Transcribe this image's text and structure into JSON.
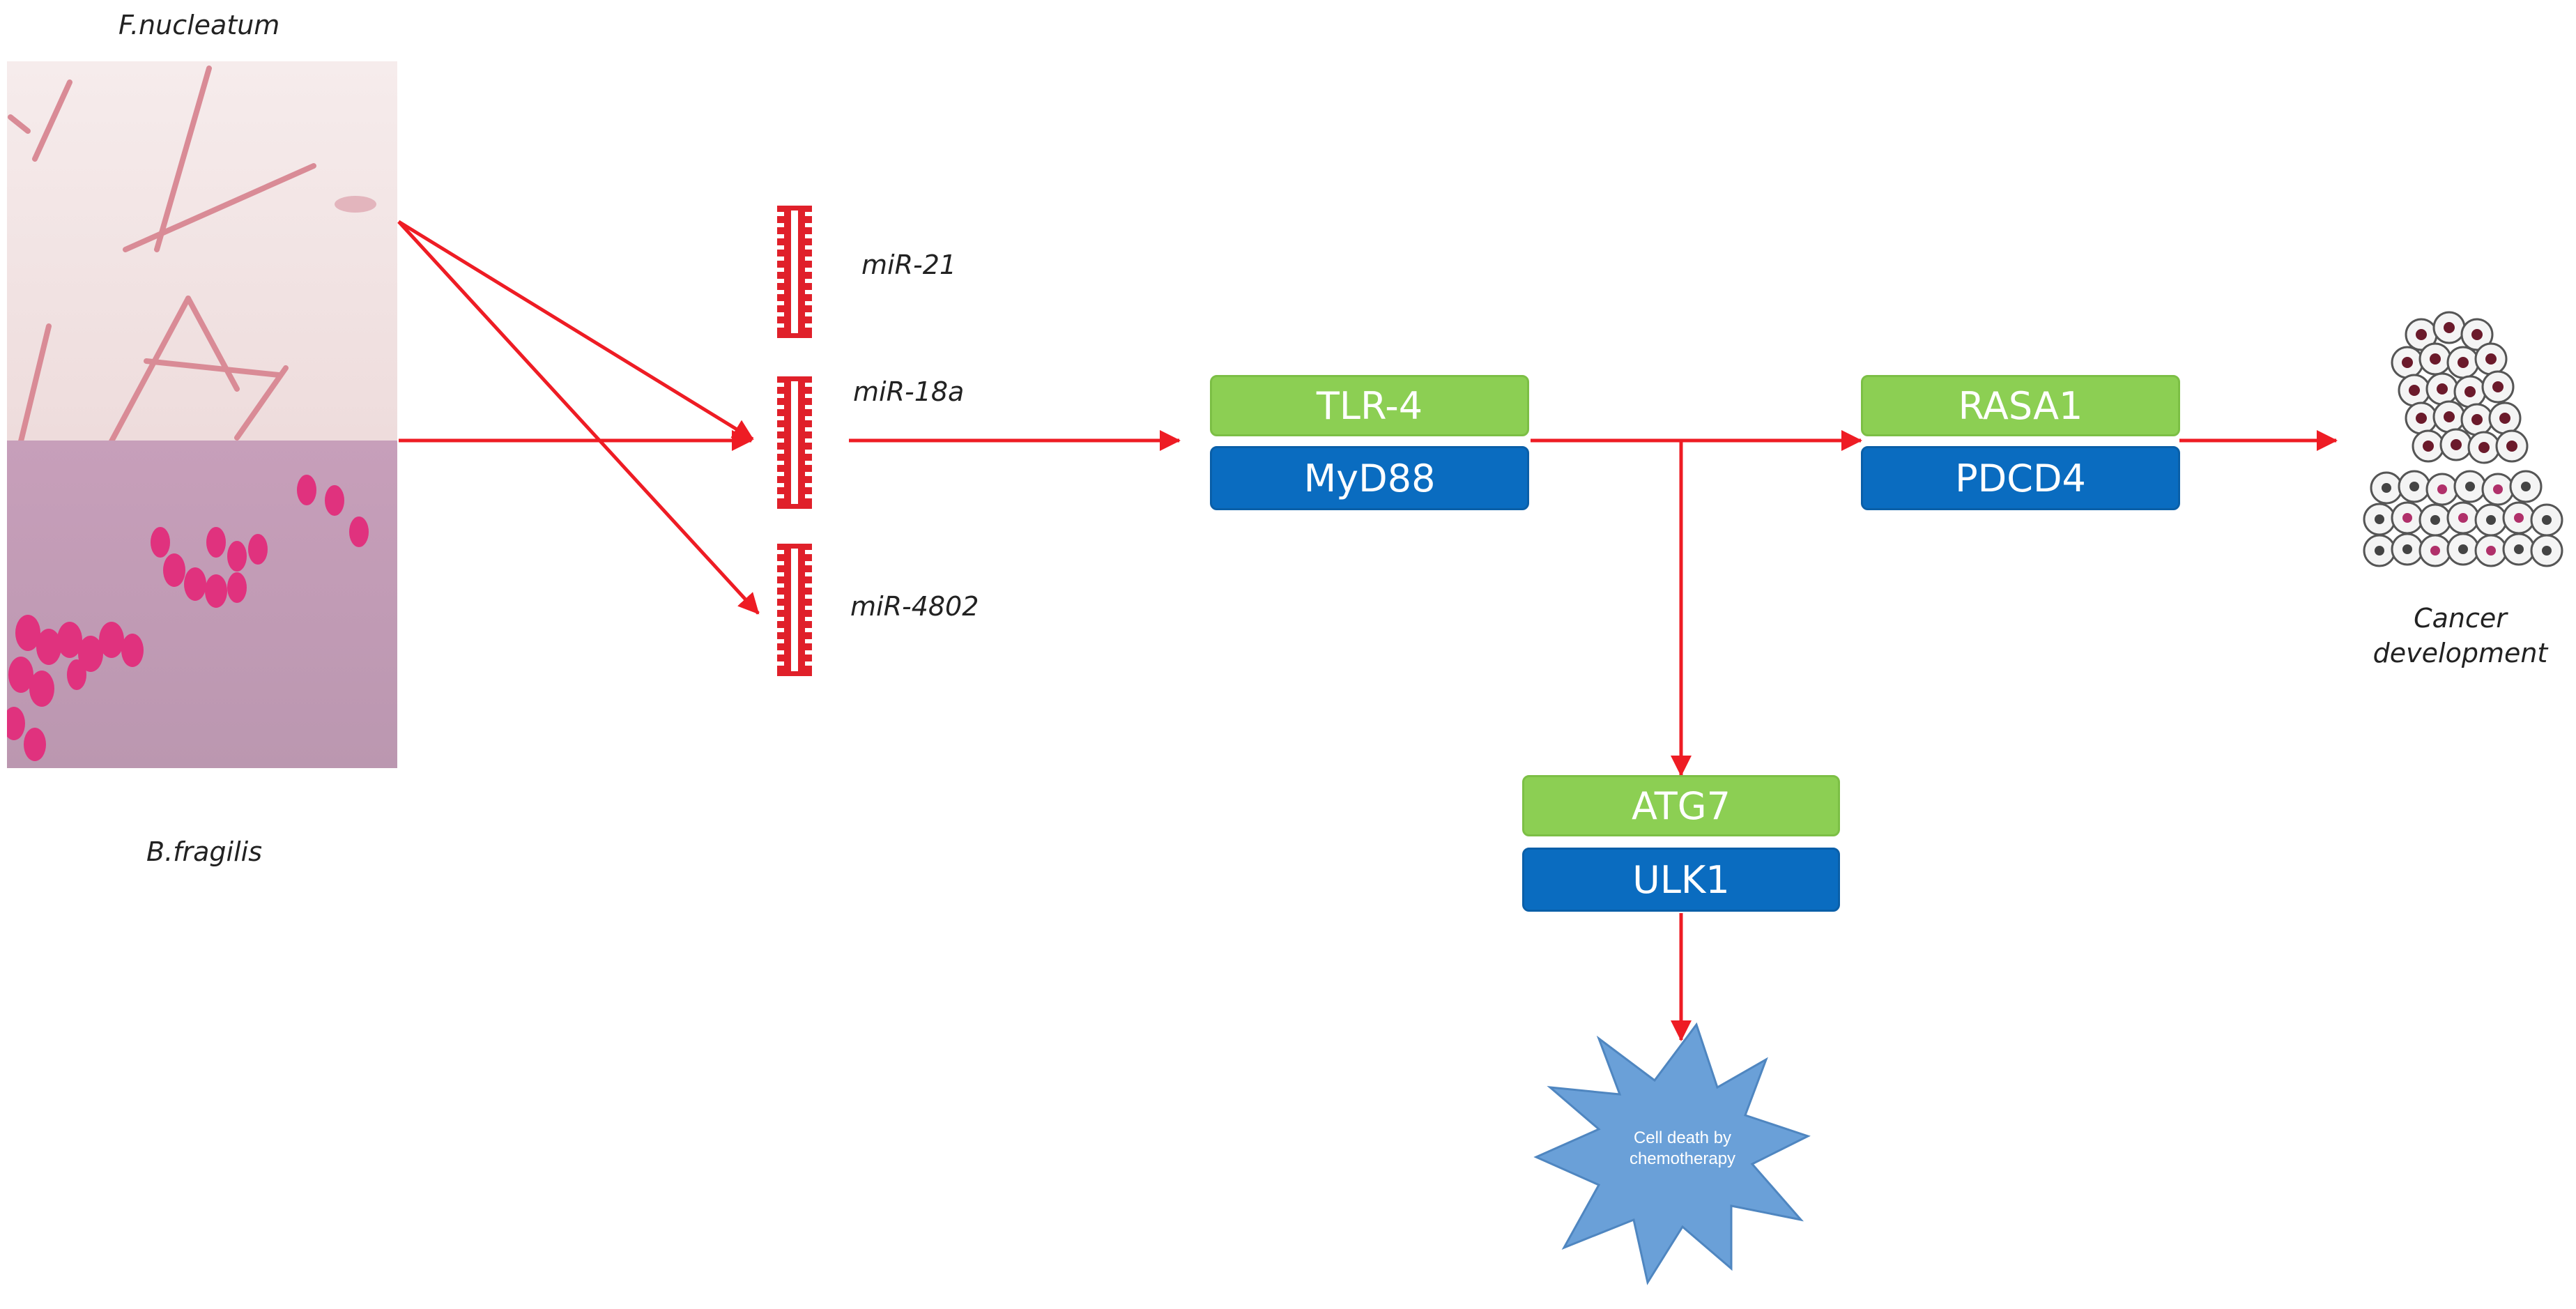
{
  "bacteria": {
    "top_label": "F.nucleatum",
    "bottom_label": "B.fragilis"
  },
  "mirnas": [
    {
      "label": "miR-21"
    },
    {
      "label": "miR-18a"
    },
    {
      "label": "miR-4802"
    }
  ],
  "receptor": {
    "top": "TLR-4",
    "bottom": "MyD88"
  },
  "suppressors": {
    "top": "RASA1",
    "bottom": "PDCD4"
  },
  "autophagy": {
    "top": "ATG7",
    "bottom": "ULK1"
  },
  "outcome_cancer": {
    "line1": "Cancer",
    "line2": "development"
  },
  "outcome_death": {
    "line1": "Cell death by",
    "line2": "chemotherapy"
  },
  "colors": {
    "arrow": "#ee1c24",
    "green_box": "#8ccf53",
    "blue_box": "#0a6cc0",
    "mirna": "#e0202a",
    "star": "#6aa0d8",
    "micro_top": "#f2e6e6",
    "micro_bottom": "#c29ab6"
  },
  "icons": [
    "microscopy-image-fnucleatum",
    "microscopy-image-bfragilis",
    "mirna-icon",
    "cancer-cells-icon",
    "starburst-icon"
  ]
}
